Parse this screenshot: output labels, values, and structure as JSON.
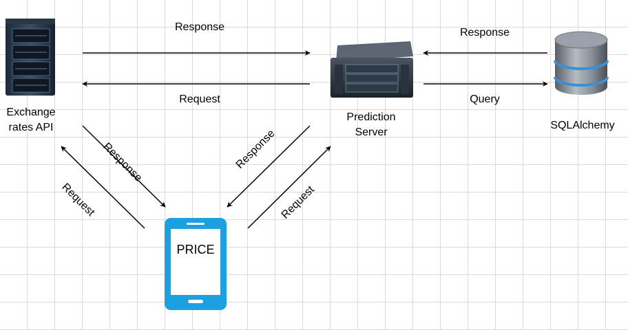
{
  "nodes": {
    "exchange_api": {
      "label_line1": "Exchange",
      "label_line2": "rates API",
      "icon": "rack-server-icon"
    },
    "prediction_server": {
      "label_line1": "Prediction",
      "label_line2": "Server",
      "icon": "server-chassis-icon"
    },
    "sqlalchemy": {
      "label": "SQLAlchemy",
      "icon": "database-icon"
    },
    "price_app": {
      "label": "PRICE",
      "icon": "smartphone-icon"
    }
  },
  "edges": {
    "api_to_server": "Response",
    "server_to_api": "Request",
    "db_to_server": "Response",
    "server_to_db": "Query",
    "api_to_phone": "Response",
    "phone_to_api": "Request",
    "server_to_phone": "Response",
    "phone_to_server": "Request"
  },
  "colors": {
    "phone": "#1ba1e2",
    "grid": "#d9d9d9",
    "db_accent": "#3b8fd6"
  }
}
